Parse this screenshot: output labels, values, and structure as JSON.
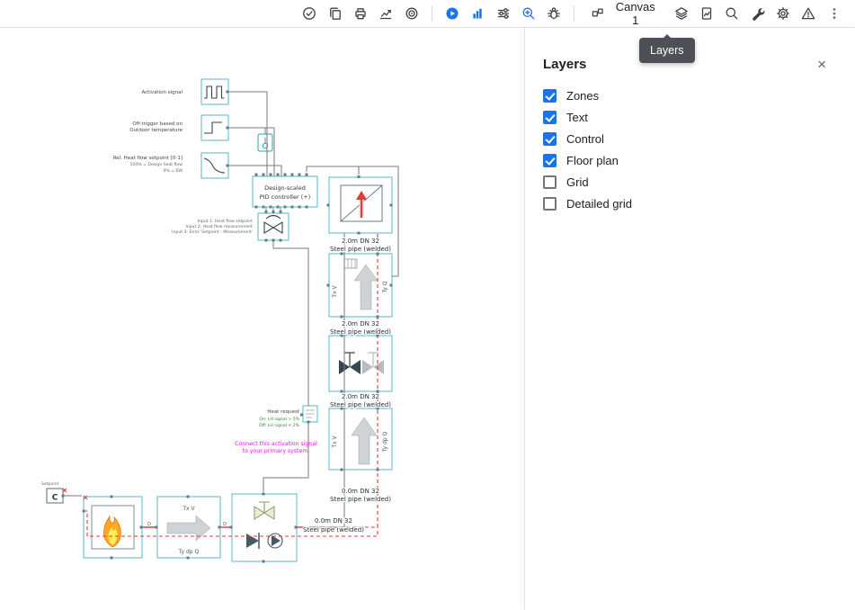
{
  "toolbar": {
    "canvas_label": "Canvas 1",
    "icons": [
      {
        "name": "verified-icon",
        "glyph": "check-circle"
      },
      {
        "name": "duplicate-icon",
        "glyph": "overlapping-pages"
      },
      {
        "name": "printer-icon",
        "glyph": "printer"
      },
      {
        "name": "performance-chart-icon",
        "glyph": "line-chart-arrow"
      },
      {
        "name": "target-icon",
        "glyph": "concentric-circles"
      },
      {
        "name": "calculate-icon",
        "glyph": "blue-play-circle",
        "color": "#1a73e8"
      },
      {
        "name": "simulation-chart-icon",
        "glyph": "blue-bars",
        "color": "#1a73e8"
      },
      {
        "name": "tune-sliders-icon",
        "glyph": "sliders"
      },
      {
        "name": "zoom-area-icon",
        "glyph": "magnifier-plus",
        "color": "#1a73e8"
      },
      {
        "name": "debug-icon",
        "glyph": "bug"
      },
      {
        "name": "canvas-grid-icon",
        "glyph": "two-squares"
      },
      {
        "name": "layers-icon",
        "glyph": "stacked-layers"
      },
      {
        "name": "report-icon",
        "glyph": "document-chart"
      },
      {
        "name": "search-icon",
        "glyph": "magnifier"
      },
      {
        "name": "wrench-icon",
        "glyph": "wrench"
      },
      {
        "name": "settings-icon",
        "glyph": "gear"
      },
      {
        "name": "warnings-icon",
        "glyph": "warning-triangle"
      },
      {
        "name": "more-menu-icon",
        "glyph": "kebab"
      }
    ]
  },
  "tooltip": {
    "text": "Layers"
  },
  "layers_panel": {
    "title": "Layers",
    "close_glyph": "×",
    "items": [
      {
        "label": "Zones",
        "checked": true
      },
      {
        "label": "Text",
        "checked": true
      },
      {
        "label": "Control",
        "checked": true
      },
      {
        "label": "Floor plan",
        "checked": true
      },
      {
        "label": "Grid",
        "checked": false
      },
      {
        "label": "Detailed grid",
        "checked": false
      }
    ]
  },
  "colors": {
    "accent_blue": "#1a73e8",
    "checkbox_checked": "#1a73e8",
    "tooltip_bg": "#4d5156",
    "block_border_teal": "#5ab6c4",
    "pipe_red": "#e53935",
    "note_magenta": "#d81be0",
    "status_green": "#2e7d32",
    "flame_orange": "#ffa726"
  },
  "diagram": {
    "labels": {
      "activation": "Activation signal",
      "off_trigger1": "Off-trigger based on",
      "off_trigger2": "Outdoor temperature",
      "rel1": "Rel. Heat flow setpoint [0-1]",
      "rel2": "100% = Design heat flow",
      "rel3": "0% = 0W",
      "pid1": "Design-scaled",
      "pid2": "PID controller (+)",
      "input1": "Input 1: Heat flow setpoint",
      "input2": "Input 2: Heat flow measurement",
      "input3": "Input 3: Error 'Setpoint - Measurement'",
      "heat_request": "Heat request",
      "hr_note1": "On: LH signal > 5%",
      "hr_note2": "Off: LH signal < 2%",
      "note1": "Connect this activation signal",
      "note2": "to your primary system.",
      "setpoint": "Setpoint",
      "controller": "C",
      "tx_v": "Tx V",
      "ty_q": "Ty Q",
      "ty_dp_q": "Ty dp Q",
      "port_d_left": "D",
      "port_d_right": "D",
      "pipe_2m": "2.0m DN 32",
      "pipe_0m": "0.0m DN 32",
      "pipe_type": "Steel pipe (welded)"
    }
  }
}
